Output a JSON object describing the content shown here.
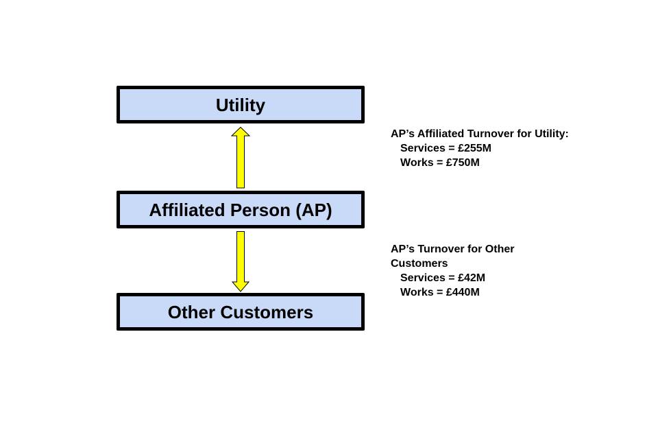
{
  "diagram": {
    "nodes": {
      "utility": "Utility",
      "affiliated_person": "Affiliated Person (AP)",
      "other_customers": "Other Customers"
    },
    "notes": {
      "utility_turnover": {
        "heading": "AP’s Affiliated Turnover for Utility:",
        "services": "Services = £255M",
        "works": "Works = £750M"
      },
      "other_turnover": {
        "heading": "AP’s Turnover for Other Customers",
        "services": "Services = £42M",
        "works": "Works = £440M"
      }
    },
    "colors": {
      "box_fill": "#c9daf8",
      "box_border": "#000000",
      "arrow_fill": "#ffff00",
      "arrow_stroke": "#000000"
    }
  }
}
